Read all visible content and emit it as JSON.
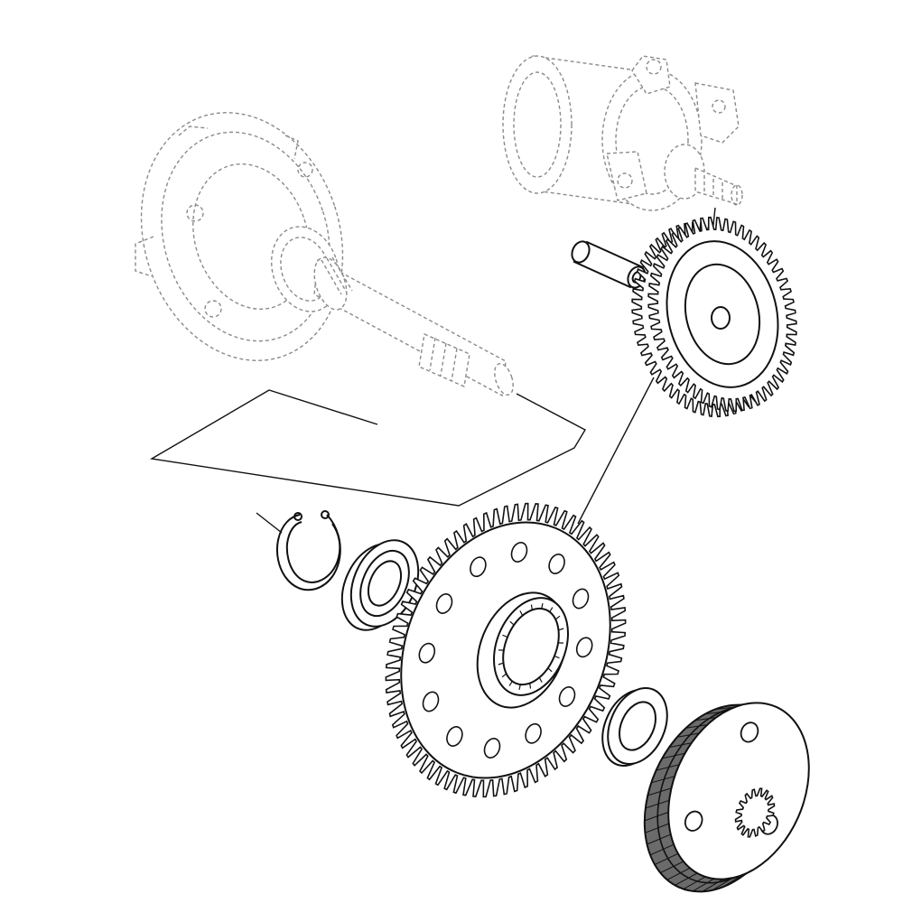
{
  "diagram": {
    "kind": "exploded-parts-view",
    "parts": [
      {
        "id": "starter-motor",
        "icon": "starter-motor-icon",
        "style": "ghost"
      },
      {
        "id": "transmission-cover-shaft",
        "icon": "splined-shaft-icon",
        "style": "ghost"
      },
      {
        "id": "idler-pin",
        "icon": "pin-icon",
        "style": "solid"
      },
      {
        "id": "idler-gear",
        "icon": "small-gear-icon",
        "style": "solid"
      },
      {
        "id": "circlip",
        "icon": "snap-ring-icon",
        "style": "solid"
      },
      {
        "id": "bearing",
        "icon": "ball-bearing-icon",
        "style": "solid"
      },
      {
        "id": "starter-ring-gear",
        "icon": "ring-gear-icon",
        "style": "solid"
      },
      {
        "id": "washer",
        "icon": "washer-icon",
        "style": "solid"
      },
      {
        "id": "one-way-clutch",
        "icon": "clutch-hub-icon",
        "style": "highlighted"
      }
    ],
    "colors": {
      "ink": "#111111",
      "ghost": "#8a8a8a",
      "highlight": "#6b6b6b",
      "background": "#ffffff"
    }
  }
}
